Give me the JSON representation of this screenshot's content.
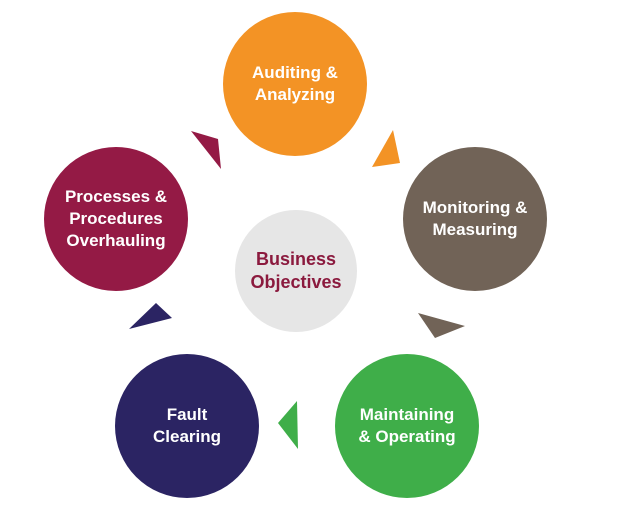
{
  "center": {
    "label": "Business\nObjectives",
    "color": "#e6e6e6",
    "text_color": "#8b1a3e"
  },
  "nodes": [
    {
      "id": "audit",
      "label": "Auditing &\nAnalyzing",
      "color": "#f39325"
    },
    {
      "id": "monitor",
      "label": "Monitoring &\nMeasuring",
      "color": "#716357"
    },
    {
      "id": "maintain",
      "label": "Maintaining\n& Operating",
      "color": "#3fae49"
    },
    {
      "id": "fault",
      "label": "Fault\nClearing",
      "color": "#2b2463"
    },
    {
      "id": "process",
      "label": "Processes &\nProcedures\nOverhauling",
      "color": "#941a45"
    }
  ],
  "arrows": [
    {
      "name": "arrow-audit-to-monitor",
      "color": "#f39325"
    },
    {
      "name": "arrow-monitor-to-maintain",
      "color": "#716357"
    },
    {
      "name": "arrow-maintain-to-fault",
      "color": "#3fae49"
    },
    {
      "name": "arrow-fault-to-process",
      "color": "#2b2463"
    },
    {
      "name": "arrow-process-to-audit",
      "color": "#941a45"
    }
  ]
}
